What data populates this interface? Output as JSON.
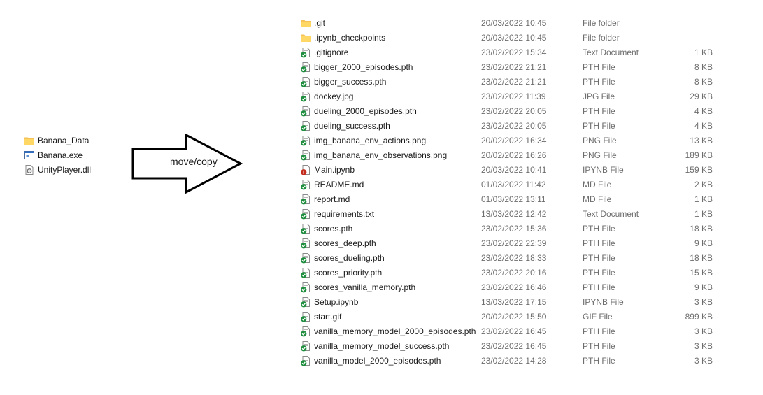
{
  "left_items": [
    {
      "name": "Banana_Data",
      "icon": "folder-icon"
    },
    {
      "name": "Banana.exe",
      "icon": "exe-icon"
    },
    {
      "name": "UnityPlayer.dll",
      "icon": "dll-icon"
    }
  ],
  "arrow_label": "move/copy",
  "files": [
    {
      "name": ".git",
      "date": "20/03/2022 10:45",
      "type": "File folder",
      "size": "",
      "icon": "folder-icon"
    },
    {
      "name": ".ipynb_checkpoints",
      "date": "20/03/2022 10:45",
      "type": "File folder",
      "size": "",
      "icon": "folder-icon"
    },
    {
      "name": ".gitignore",
      "date": "23/02/2022 15:34",
      "type": "Text Document",
      "size": "1 KB",
      "icon": "synced-file-icon"
    },
    {
      "name": "bigger_2000_episodes.pth",
      "date": "23/02/2022 21:21",
      "type": "PTH File",
      "size": "8 KB",
      "icon": "synced-file-icon"
    },
    {
      "name": "bigger_success.pth",
      "date": "23/02/2022 21:21",
      "type": "PTH File",
      "size": "8 KB",
      "icon": "synced-file-icon"
    },
    {
      "name": "dockey.jpg",
      "date": "23/02/2022 11:39",
      "type": "JPG File",
      "size": "29 KB",
      "icon": "synced-file-icon"
    },
    {
      "name": "dueling_2000_episodes.pth",
      "date": "23/02/2022 20:05",
      "type": "PTH File",
      "size": "4 KB",
      "icon": "synced-file-icon"
    },
    {
      "name": "dueling_success.pth",
      "date": "23/02/2022 20:05",
      "type": "PTH File",
      "size": "4 KB",
      "icon": "synced-file-icon"
    },
    {
      "name": "img_banana_env_actions.png",
      "date": "20/02/2022 16:34",
      "type": "PNG File",
      "size": "13 KB",
      "icon": "synced-file-icon"
    },
    {
      "name": "img_banana_env_observations.png",
      "date": "20/02/2022 16:26",
      "type": "PNG File",
      "size": "189 KB",
      "icon": "synced-file-icon"
    },
    {
      "name": "Main.ipynb",
      "date": "20/03/2022 10:41",
      "type": "IPYNB File",
      "size": "159 KB",
      "icon": "error-file-icon"
    },
    {
      "name": "README.md",
      "date": "01/03/2022 11:42",
      "type": "MD File",
      "size": "2 KB",
      "icon": "synced-file-icon"
    },
    {
      "name": "report.md",
      "date": "01/03/2022 13:11",
      "type": "MD File",
      "size": "1 KB",
      "icon": "synced-file-icon"
    },
    {
      "name": "requirements.txt",
      "date": "13/03/2022 12:42",
      "type": "Text Document",
      "size": "1 KB",
      "icon": "synced-file-icon"
    },
    {
      "name": "scores.pth",
      "date": "23/02/2022 15:36",
      "type": "PTH File",
      "size": "18 KB",
      "icon": "synced-file-icon"
    },
    {
      "name": "scores_deep.pth",
      "date": "23/02/2022 22:39",
      "type": "PTH File",
      "size": "9 KB",
      "icon": "synced-file-icon"
    },
    {
      "name": "scores_dueling.pth",
      "date": "23/02/2022 18:33",
      "type": "PTH File",
      "size": "18 KB",
      "icon": "synced-file-icon"
    },
    {
      "name": "scores_priority.pth",
      "date": "23/02/2022 20:16",
      "type": "PTH File",
      "size": "15 KB",
      "icon": "synced-file-icon"
    },
    {
      "name": "scores_vanilla_memory.pth",
      "date": "23/02/2022 16:46",
      "type": "PTH File",
      "size": "9 KB",
      "icon": "synced-file-icon"
    },
    {
      "name": "Setup.ipynb",
      "date": "13/03/2022 17:15",
      "type": "IPYNB File",
      "size": "3 KB",
      "icon": "synced-file-icon"
    },
    {
      "name": "start.gif",
      "date": "20/02/2022 15:50",
      "type": "GIF File",
      "size": "899 KB",
      "icon": "synced-file-icon"
    },
    {
      "name": "vanilla_memory_model_2000_episodes.pth",
      "date": "23/02/2022 16:45",
      "type": "PTH File",
      "size": "3 KB",
      "icon": "synced-file-icon"
    },
    {
      "name": "vanilla_memory_model_success.pth",
      "date": "23/02/2022 16:45",
      "type": "PTH File",
      "size": "3 KB",
      "icon": "synced-file-icon"
    },
    {
      "name": "vanilla_model_2000_episodes.pth",
      "date": "23/02/2022 14:28",
      "type": "PTH File",
      "size": "3 KB",
      "icon": "synced-file-icon"
    }
  ]
}
